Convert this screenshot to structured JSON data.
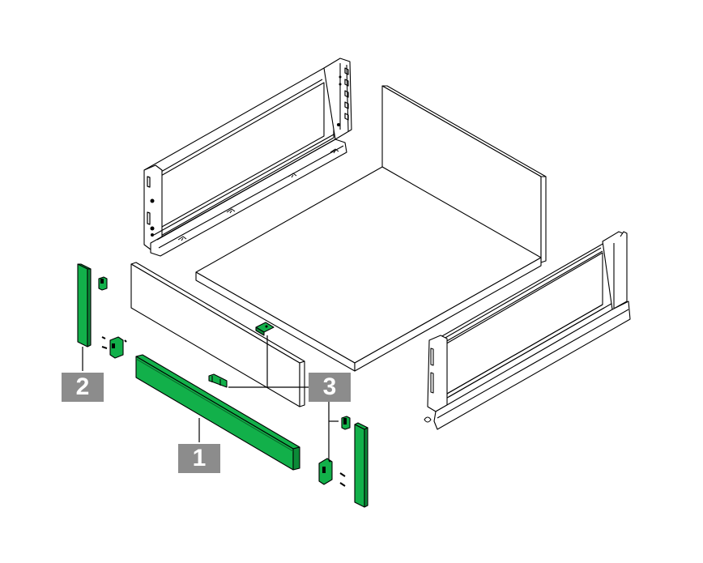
{
  "diagram": {
    "type": "exploded-assembly-drawing",
    "subject": "drawer assembly",
    "colors": {
      "highlight_green": "#12b04a",
      "label_gray": "#8c8c8c",
      "label_text": "#ffffff",
      "line": "#000000"
    },
    "callouts": [
      {
        "id": "1",
        "label": "1",
        "target": "front-rail-panel"
      },
      {
        "id": "2",
        "label": "2",
        "target": "left-side-front-strip"
      },
      {
        "id": "3",
        "label": "3",
        "target": "connector-fittings"
      }
    ],
    "parts": [
      "left-drawer-side-profile",
      "right-drawer-side-profile",
      "back-panel",
      "drawer-bottom",
      "front-panel",
      "front-rail-panel",
      "left-side-front-strip",
      "right-side-front-strip",
      "connector-fittings",
      "screws"
    ]
  }
}
